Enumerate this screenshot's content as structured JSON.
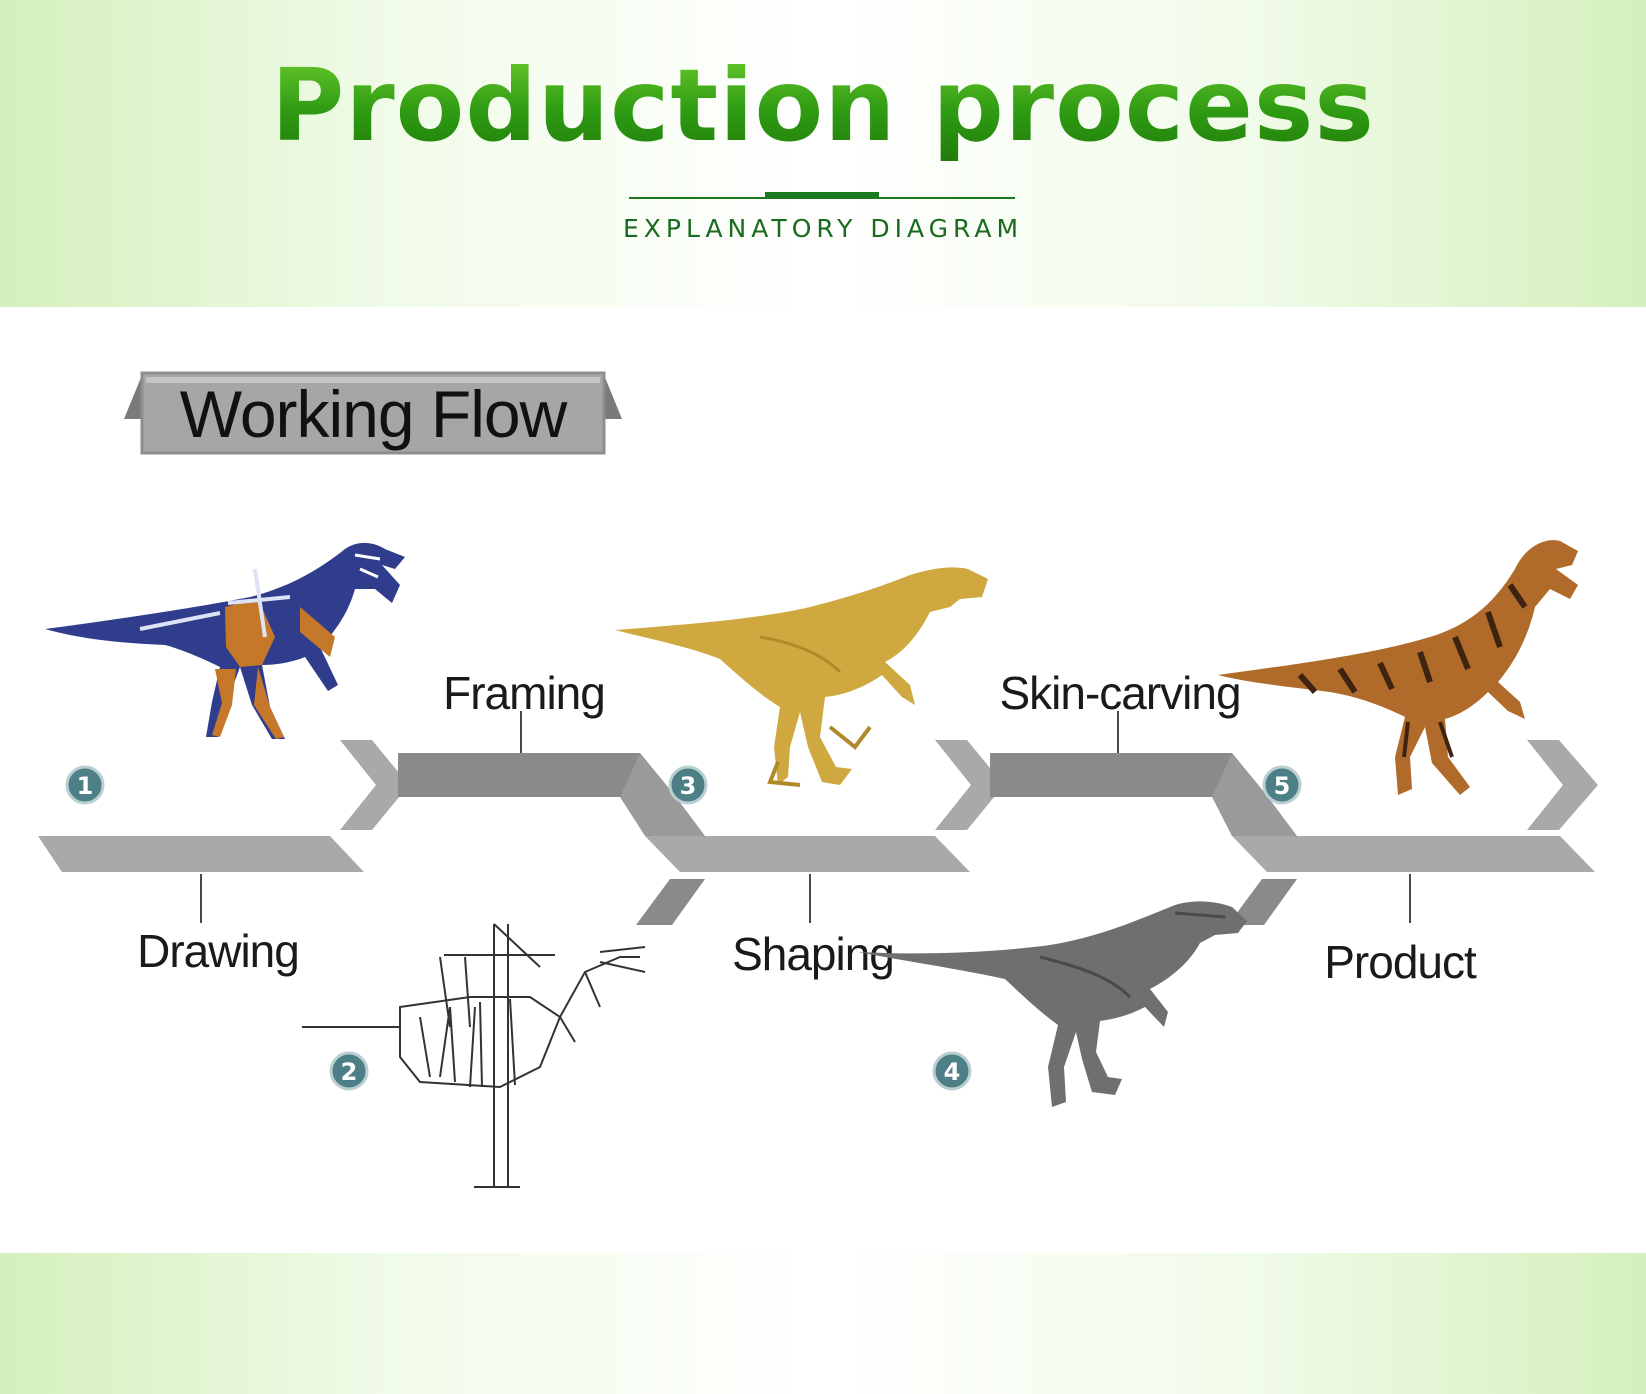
{
  "header": {
    "title": "Production process",
    "subtitle": "EXPLANATORY DIAGRAM"
  },
  "diagram": {
    "badge": "Working Flow",
    "steps": [
      {
        "number": "1",
        "label": "Drawing"
      },
      {
        "number": "2",
        "label": "Framing"
      },
      {
        "number": "3",
        "label": "Shaping"
      },
      {
        "number": "4",
        "label": "Skin-carving"
      },
      {
        "number": "5",
        "label": "Product"
      }
    ]
  },
  "colors": {
    "title_green": "#2e9a12",
    "accent_green": "#1a7a1f",
    "arrow_light": "#a9a9a9",
    "arrow_dark": "#8a8a8a",
    "badge_teal": "#4d7f86"
  }
}
